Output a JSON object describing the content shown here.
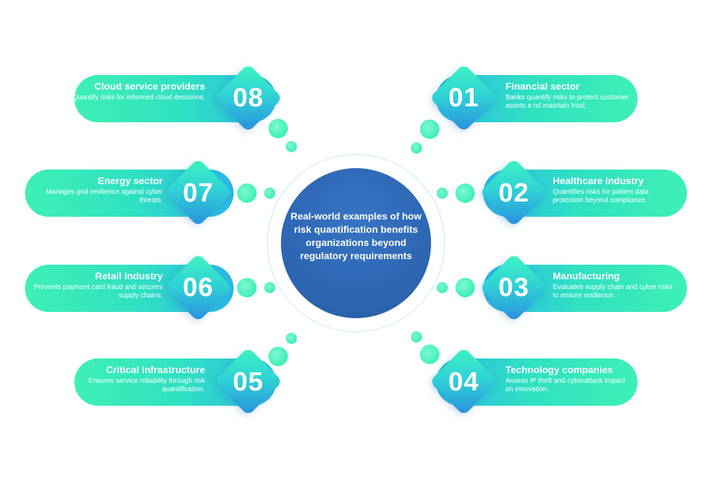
{
  "center_text": "Real-world examples of how risk quantification benefits organizations beyond regulatory requirements",
  "colors": {
    "accent_green": "#3ef0b6",
    "accent_blue": "#2a8de0",
    "center_blue": "#2c64b0"
  },
  "items": [
    {
      "number": "01",
      "title": "Financial sector",
      "description": "Banks quantify risks to protect customer assets a nd maintain trust."
    },
    {
      "number": "02",
      "title": "Healthcare industry",
      "description": "Quantifies risks for patient data protection beyond compliance."
    },
    {
      "number": "03",
      "title": "Manufacturing",
      "description": "Evaluates supply chain and cyber risks to ensure resilience."
    },
    {
      "number": "04",
      "title": "Technology companies",
      "description": "Assess IP theft and cyberattack impact on innovation."
    },
    {
      "number": "05",
      "title": "Critical infrastructure",
      "description": "Ensures service reliability through risk quantification."
    },
    {
      "number": "06",
      "title": "Retail industry",
      "description": "Prevents payment card fraud and secures supply chains."
    },
    {
      "number": "07",
      "title": "Energy sector",
      "description": "Manages grid resilience against cyber threats."
    },
    {
      "number": "08",
      "title": "Cloud service providers",
      "description": "Quantify risks for informed cloud decisions."
    }
  ]
}
